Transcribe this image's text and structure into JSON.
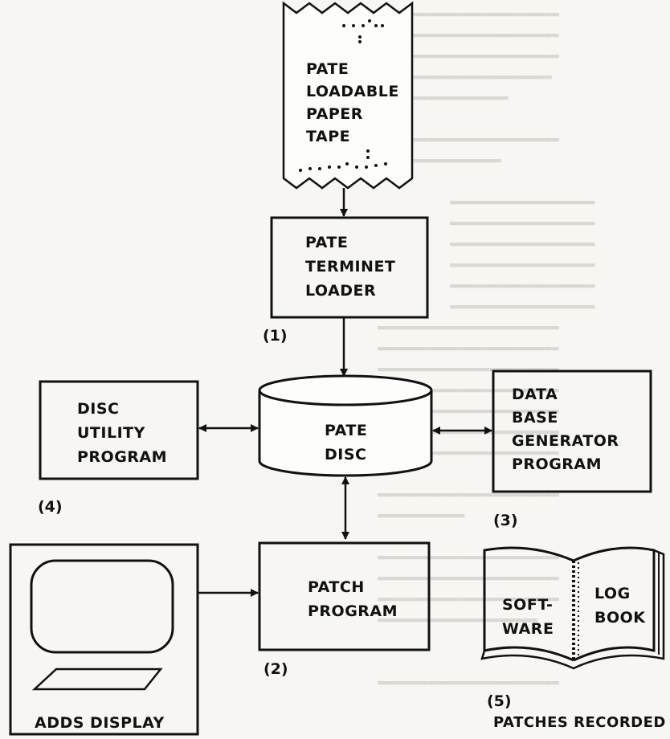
{
  "paper_tape": {
    "lines": [
      "PATE",
      "LOADABLE",
      "PAPER",
      "TAPE"
    ]
  },
  "loader": {
    "lines": [
      "PATE",
      "TERMINET",
      "LOADER"
    ],
    "number": "(1)"
  },
  "disc_utility": {
    "lines": [
      "DISC",
      "UTILITY",
      "PROGRAM"
    ],
    "number": "(4)"
  },
  "pate_disc": {
    "lines": [
      "PATE",
      "DISC"
    ]
  },
  "data_base_generator": {
    "lines": [
      "DATA",
      "BASE",
      "GENERATOR",
      "PROGRAM"
    ],
    "number": "(3)"
  },
  "adds_display": {
    "label": "ADDS DISPLAY"
  },
  "patch_program": {
    "lines": [
      "PATCH",
      "PROGRAM"
    ],
    "number": "(2)"
  },
  "log_book": {
    "left_lines": [
      "SOFT-",
      "WARE"
    ],
    "right_lines": [
      "LOG",
      "BOOK"
    ],
    "number": "(5)",
    "caption": "PATCHES RECORDED"
  }
}
